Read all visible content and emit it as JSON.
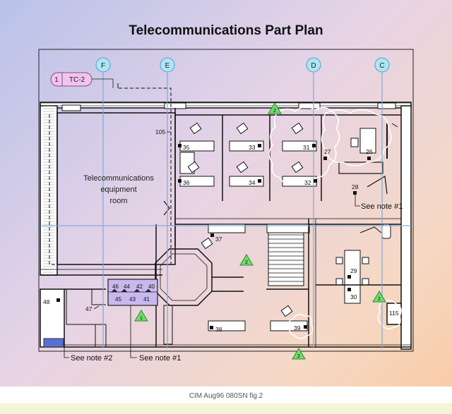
{
  "title": "Telecommunications Part Plan",
  "caption": "CIM Aug96 080SN fig.2",
  "grid_columns": [
    "F",
    "E",
    "D",
    "C"
  ],
  "tc_tag": {
    "number": "1",
    "label": "TC-2"
  },
  "room_label": [
    "Telecommunications",
    "equipment",
    "room"
  ],
  "notes": {
    "note1_right": "See note #1",
    "note2": "See note #2",
    "note1_bottom": "See note #1"
  },
  "revision_marker": "2",
  "revision_marker_small": "1",
  "outlets": [
    "105",
    "35",
    "33",
    "31",
    "27",
    "26",
    "36",
    "34",
    "32",
    "28",
    "37",
    "29",
    "30",
    "115",
    "38",
    "39",
    "48",
    "47"
  ],
  "panel_rows": [
    [
      "46",
      "44",
      "42",
      "40"
    ],
    [
      "45",
      "43",
      "41"
    ]
  ],
  "colors": {
    "column_bubble": "#aee4f4",
    "tc_tag": "#f1c4ee",
    "panel": "#c8b8ee",
    "marker": "#6fdc6c",
    "grid_line": "#7aa9d8",
    "wall": "#111111"
  }
}
